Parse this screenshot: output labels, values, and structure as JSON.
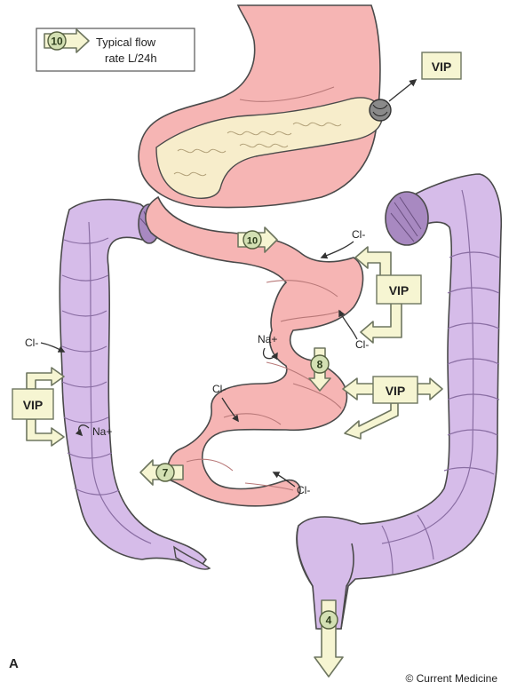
{
  "legend": {
    "badge": "10",
    "line1": "Typical flow",
    "line2": "rate L/24h"
  },
  "flow_rates": {
    "upper_small_intestine": "10",
    "mid_small_intestine": "8",
    "ileocecal": "7",
    "rectum": "4"
  },
  "vip": {
    "tumor": "VIP",
    "small_intestine": "VIP",
    "large_intestine_right": "VIP",
    "colon_left": "VIP"
  },
  "ions": {
    "chloride": "Cl-",
    "sodium": "Na+"
  },
  "panel_letter": "A",
  "copyright": "© Current Medicine",
  "colors": {
    "stomach": "#f6b5b4",
    "small_intestine": "#f6b5b4",
    "colon": "#d6bce9",
    "pancreas": "#f7edcb",
    "vip_box": "#f6f5d2",
    "outline": "#4a4a4a"
  }
}
